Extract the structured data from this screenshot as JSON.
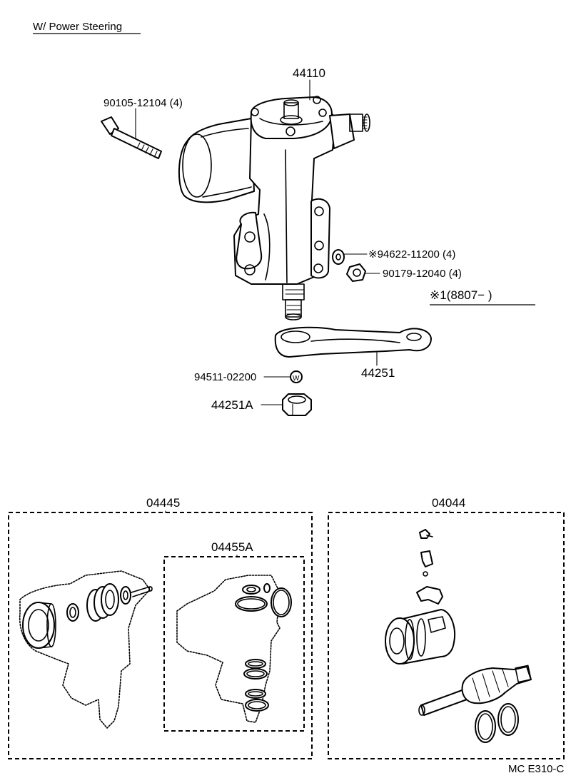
{
  "header": {
    "title": "W/ Power Steering"
  },
  "labels": {
    "gear_box": "44110",
    "bolt": "90105-12104 (4)",
    "washer": "※94622-11200 (4)",
    "nut": "90179-12040 (4)",
    "note": "※1(8807−      )",
    "pitman_arm": "44251",
    "lock_washer": "94511-02200",
    "lock_washer_mark": "W",
    "pitman_nut": "44251A",
    "kit_left": "04445",
    "kit_inner": "04455A",
    "kit_right": "04044"
  },
  "footer": {
    "code": "MC  E310-C"
  }
}
